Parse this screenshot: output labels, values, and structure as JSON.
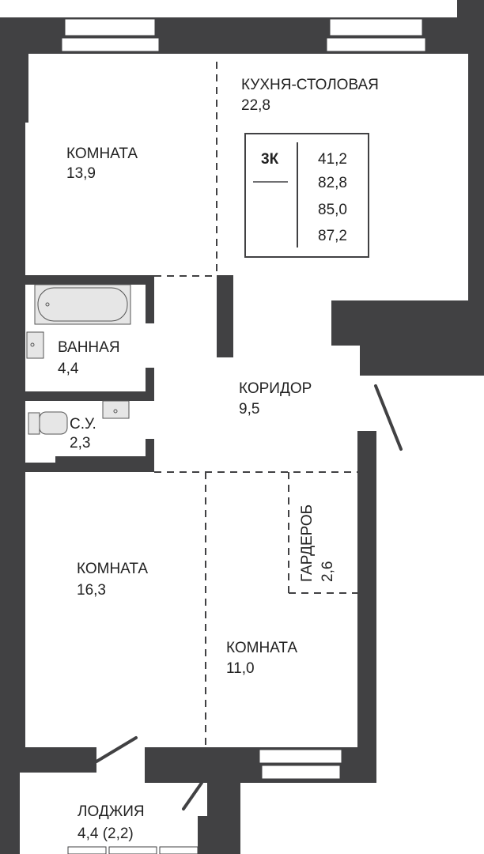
{
  "plan": {
    "wall_color": "#414143",
    "rooms": {
      "kitchen": {
        "name": "КУХНЯ-СТОЛОВАЯ",
        "area": "22,8"
      },
      "room1": {
        "name": "КОМНАТА",
        "area": "13,9"
      },
      "bathroom": {
        "name": "ВАННАЯ",
        "area": "4,4"
      },
      "corridor": {
        "name": "КОРИДОР",
        "area": "9,5"
      },
      "wc": {
        "name": "С.У.",
        "area": "2,3"
      },
      "wardrobe": {
        "name": "ГАРДЕРОБ",
        "area": "2,6"
      },
      "room2": {
        "name": "КОМНАТА",
        "area": "16,3"
      },
      "room3": {
        "name": "КОМНАТА",
        "area": "11,0"
      },
      "loggia": {
        "name": "ЛОДЖИЯ",
        "area": "4,4 (2,2)"
      }
    },
    "summary": {
      "type": "3К",
      "values": [
        "41,2",
        "82,8",
        "85,0",
        "87,2"
      ]
    }
  }
}
